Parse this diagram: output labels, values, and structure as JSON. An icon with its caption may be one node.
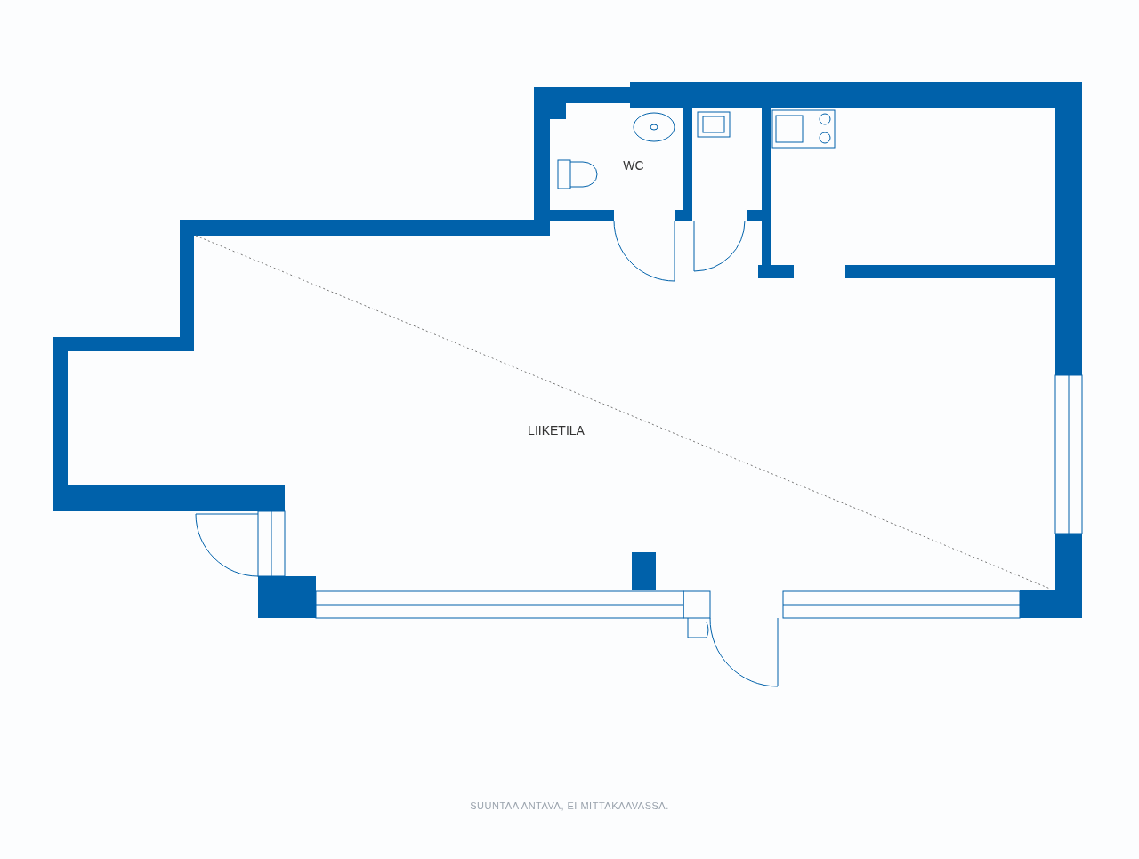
{
  "diagram": {
    "caption": "SUUNTAA ANTAVA, EI MITTAKAAVASSA.",
    "nodes": [
      {
        "text": [
          "WC"
        ]
      },
      {
        "text": [
          "LIIKETILA"
        ]
      }
    ]
  }
}
